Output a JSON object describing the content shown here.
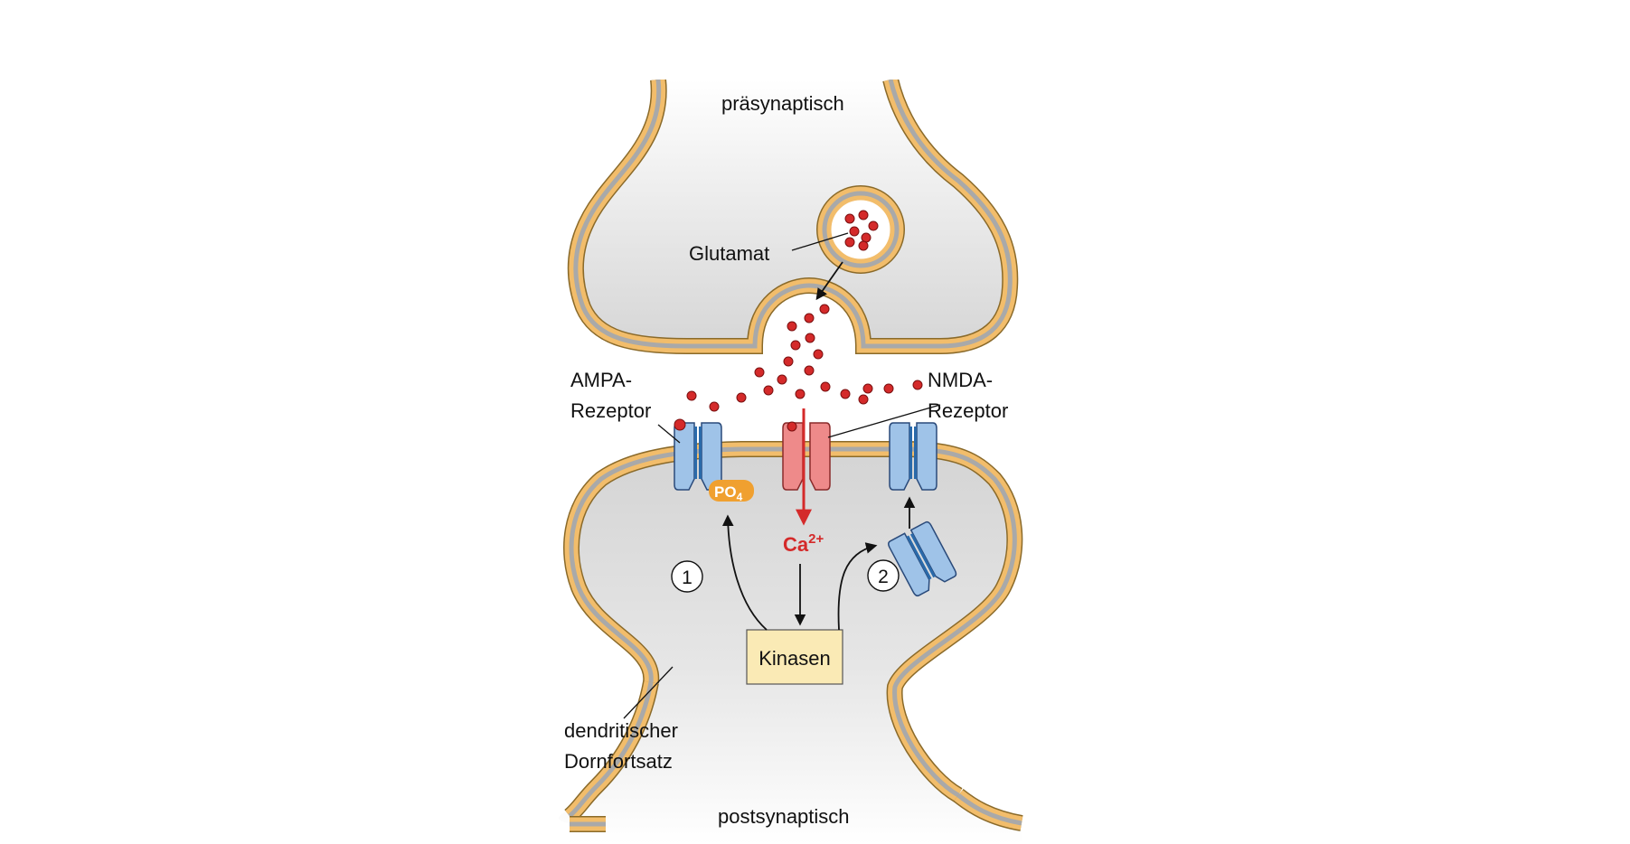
{
  "labels": {
    "presynaptic": "präsynaptisch",
    "glutamate": "Glutamat",
    "ampa_line1": "AMPA-",
    "ampa_line2": "Rezeptor",
    "nmda_line1": "NMDA-",
    "nmda_line2": "Rezeptor",
    "phosphate_main": "PO",
    "phosphate_sub": "4",
    "calcium_main": "Ca",
    "calcium_sup": "2+",
    "step_1": "1",
    "step_2": "2",
    "kinases": "Kinasen",
    "spine_line1": "dendritischer",
    "spine_line2": "Dornfortsatz",
    "postsynaptic": "postsynaptisch"
  },
  "colors": {
    "membrane_outer": "#f2bd6b",
    "membrane_inner": "#a9a9a9",
    "cytoplasm": "#dcdcdc",
    "glutamate_dot": "#d42a2a",
    "ampa_receptor": "#9fc3e8",
    "nmda_receptor": "#ee8a8a",
    "phosphate_badge": "#f0a030",
    "calcium_arrow": "#d42a2a",
    "kinase_box": "#faeab5"
  },
  "icons": {
    "ampa": "ion-channel-icon",
    "nmda": "ion-channel-icon",
    "vesicle": "vesicle-icon"
  }
}
